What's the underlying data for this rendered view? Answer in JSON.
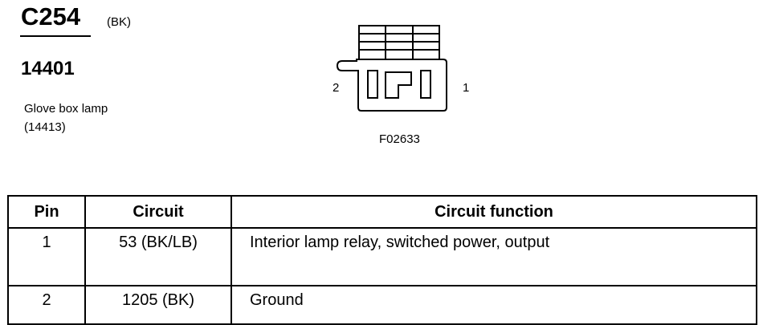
{
  "header": {
    "connector_id": "C254",
    "connector_color": "(BK)",
    "part_number": "14401",
    "description_line1": "Glove box lamp",
    "description_line2": "(14413)"
  },
  "diagram": {
    "pin_left_label": "2",
    "pin_right_label": "1",
    "figure_id": "F02633"
  },
  "table": {
    "headers": [
      "Pin",
      "Circuit",
      "Circuit function"
    ],
    "rows": [
      {
        "pin": "1",
        "circuit": "53 (BK/LB)",
        "function": "Interior lamp relay, switched power, output"
      },
      {
        "pin": "2",
        "circuit": "1205 (BK)",
        "function": "Ground"
      }
    ]
  }
}
